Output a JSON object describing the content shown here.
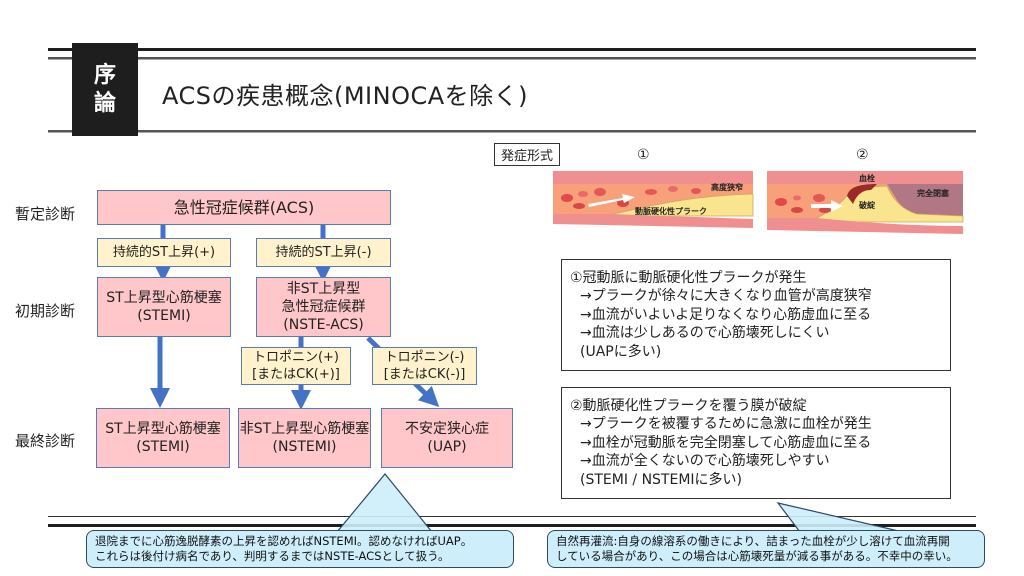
{
  "header": {
    "section_tab": [
      "序",
      "論"
    ],
    "title": "ACSの疾患概念(MINOCAを除く)"
  },
  "row_labels": {
    "provisional": "暫定診断",
    "initial": "初期診断",
    "final": "最終診断"
  },
  "flowchart": {
    "acs": "急性冠症候群(ACS)",
    "st_elevation_positive": "持続的ST上昇(+)",
    "st_elevation_negative": "持続的ST上昇(-)",
    "stemi_initial": [
      "ST上昇型心筋梗塞",
      "(STEMI)"
    ],
    "nste_acs": [
      "非ST上昇型",
      "急性冠症候群",
      "(NSTE-ACS)"
    ],
    "troponin_positive": [
      "トロポニン(+)",
      "[またはCK(+)]"
    ],
    "troponin_negative": [
      "トロポニン(-)",
      "[またはCK(-)]"
    ],
    "stemi_final": [
      "ST上昇型心筋梗塞",
      "(STEMI)"
    ],
    "nstemi_final": [
      "非ST上昇型心筋梗塞",
      "(NSTEMI)"
    ],
    "uap_final": [
      "不安定狭心症",
      "(UAP)"
    ]
  },
  "onset": {
    "label": "発症形式",
    "figure1": {
      "number": "①",
      "labels": [
        "高度狭窄",
        "動脈硬化性プラーク"
      ]
    },
    "figure2": {
      "number": "②",
      "labels": [
        "血栓",
        "完全閉塞",
        "破綻"
      ]
    }
  },
  "notes": {
    "note1": [
      "①冠動脈に動脈硬化性プラークが発生",
      "→プラークが徐々に大きくなり血管が高度狭窄",
      "→血流がいよいよ足りなくなり心筋虚血に至る",
      "→血流は少しあるので心筋壊死しにくい",
      "(UAPに多い)"
    ],
    "note2": [
      "②動脈硬化性プラークを覆う膜が破綻",
      "→プラークを被覆するために急激に血栓が発生",
      "→血栓が冠動脈を完全閉塞して心筋虚血に至る",
      "→血流が全くないので心筋壊死しやすい",
      "(STEMI / NSTEMIに多い)"
    ]
  },
  "callouts": {
    "left": [
      "退院までに心筋逸脱酵素の上昇を認めればNSTEMI。認めなければUAP。",
      "これらは後付け病名であり、判明するまではNSTE-ACSとして扱う。"
    ],
    "right": [
      "自然再灌流:自身の線溶系の働きにより、詰まった血栓が少し溶けて血流再開",
      "している場合があり、この場合は心筋壊死量が減る事がある。不幸中の幸い。"
    ]
  },
  "colors": {
    "pink_box": "#ffc7c9",
    "yellow_box": "#fff2cc",
    "arrow_blue": "#4472c4",
    "callout_fill": "#cdeefa",
    "header_black": "#1e1e1e"
  }
}
